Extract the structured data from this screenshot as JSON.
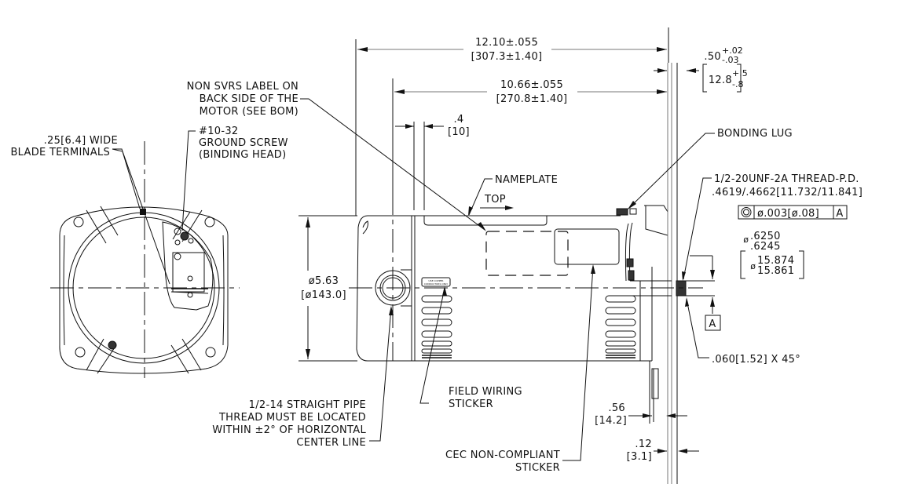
{
  "drawing": {
    "title": "Motor outline dimension drawing",
    "front_view": {
      "callouts": {
        "blade_terminals": [
          ".25[6.4] WIDE",
          "BLADE TERMINALS"
        ],
        "ground_screw": [
          "#10-32",
          "GROUND SCREW",
          "(BINDING HEAD)"
        ]
      }
    },
    "side_view": {
      "callouts": {
        "non_svrs_label": [
          "NON SVRS LABEL ON",
          "BACK SIDE OF THE",
          "MOTOR (SEE BOM)"
        ],
        "nameplate": "NAMEPLATE",
        "top_arrow": "TOP",
        "bonding_lug": "BONDING LUG",
        "thread": [
          "1/2-20UNF-2A THREAD-P.D.",
          ".4619/.4662[11.732/11.841]"
        ],
        "pipe_thread": [
          "1/2-14 STRAIGHT PIPE",
          "THREAD MUST BE LOCATED",
          "WITHIN ±2° OF HORIZONTAL",
          "CENTER LINE"
        ],
        "field_wiring": [
          "FIELD WIRING",
          "STICKER"
        ],
        "cec_sticker": [
          "CEC NON-COMPLIANT",
          "STICKER"
        ],
        "chamfer": ".060[1.52] X 45°",
        "datum": "A",
        "wire_label": [
          "USE COPPER",
          "CONDUCTORS ONLY"
        ]
      },
      "dimensions": {
        "overall_length": {
          "in": "12.10±.055",
          "mm": "[307.3±1.40]"
        },
        "body_length": {
          "in": "10.66±.055",
          "mm": "[270.8±1.40]"
        },
        "shaft_extension": {
          "in": ".50",
          "in_tol_plus": "+.02",
          "in_tol_minus": "-.03",
          "mm": "12.8",
          "mm_tol_plus": "+.5",
          "mm_tol_minus": "-.8"
        },
        "end_cap": {
          "in": ".4",
          "mm": "[10]"
        },
        "diameter": {
          "in": "ø5.63",
          "mm": "[ø143.0]"
        },
        "shaft_diameter": {
          "in_max": ".6250",
          "in_min": ".6245",
          "mm_max": "15.874",
          "mm_min": "15.861",
          "symbol": "ø"
        },
        "flange_offset": {
          "in": ".56",
          "mm": "[14.2]"
        },
        "flange_thickness": {
          "in": ".12",
          "mm": "[3.1]"
        }
      },
      "gdt_frame": {
        "symbol": "concentricity",
        "tolerance": "ø.003[ø.08]",
        "datum": "A"
      }
    }
  }
}
